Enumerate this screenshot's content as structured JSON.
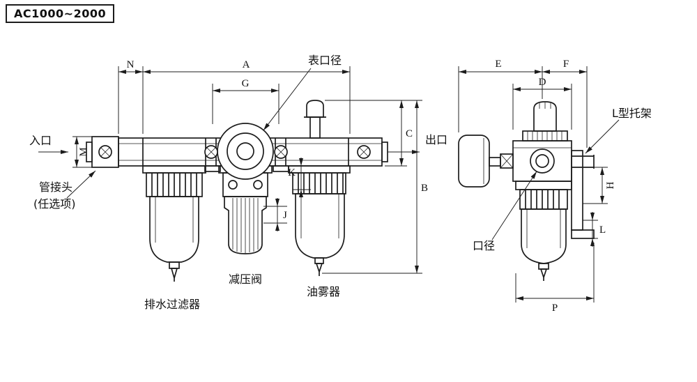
{
  "title": "AC1000~2000",
  "front_view": {
    "dims": {
      "n": "N",
      "a": "A",
      "g": "G",
      "c": "C",
      "b": "B",
      "m": "M",
      "k": "K",
      "j": "J"
    },
    "labels": {
      "gauge_port": "表口径",
      "inlet": "入口",
      "outlet": "出口",
      "fitting_line1": "管接头",
      "fitting_line2": "(任选项)",
      "drain_filter": "排水过滤器",
      "pressure_valve": "减压阀",
      "lubricator": "油雾器"
    }
  },
  "side_view": {
    "dims": {
      "e": "E",
      "f": "F",
      "d": "D",
      "h": "H",
      "l": "L",
      "p": "P"
    },
    "labels": {
      "bracket": "L型托架",
      "port": "口径"
    }
  }
}
